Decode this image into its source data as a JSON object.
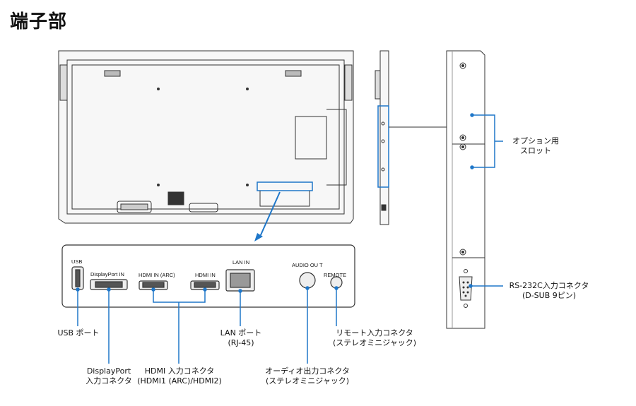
{
  "title": "端子部",
  "panel": {
    "usb": "USB",
    "displayport": "DisplayPort IN",
    "hdmi_arc": "HDMI IN (ARC)",
    "hdmi": "HDMI IN",
    "lan": "LAN IN",
    "audio_out": "AUDIO OU T",
    "remote": "REMOTE"
  },
  "callouts": {
    "usb_port": "USB ポート",
    "displayport_connector": [
      "DisplayPort",
      "入力コネクタ"
    ],
    "hdmi_connector": [
      "HDMI 入力コネクタ",
      "(HDMI1 (ARC)/HDMI2)"
    ],
    "lan_port": [
      "LAN ポート",
      "(RJ-45)"
    ],
    "audio_out_connector": [
      "オーディオ出力コネクタ",
      "(ステレオミニジャック)"
    ],
    "remote_connector": [
      "リモート入力コネクタ",
      "(ステレオミニジャック)"
    ],
    "option_slot": [
      "オプション用",
      "スロット"
    ],
    "rs232c_connector": [
      "RS-232C入力コネクタ",
      "(D-SUB 9ピン)"
    ]
  },
  "colors": {
    "accent_blue": "#1f77c9",
    "line": "#333333",
    "fill_gray": "#f4f4f4"
  }
}
